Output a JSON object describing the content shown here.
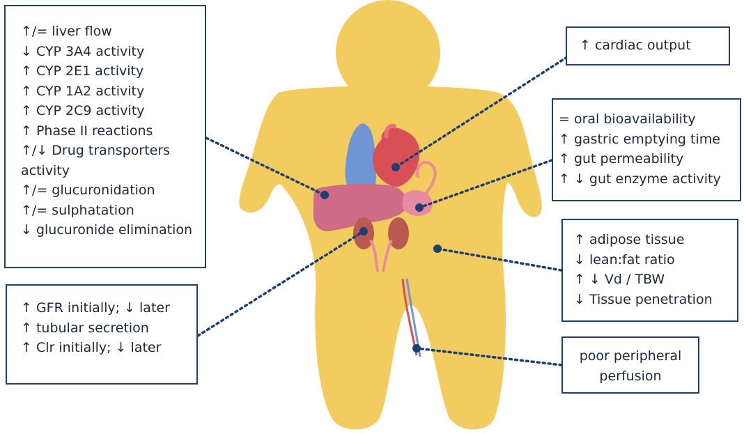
{
  "colors": {
    "body": "#f2cc5e",
    "border": "#1d3f72",
    "line": "#1d3f72",
    "dot": "#1d3f72",
    "text": "#1a2a3a",
    "liver": "#cf6b86",
    "lung": "#6f95d4",
    "heart": "#d94f56",
    "stomach": "#e88aa0",
    "kidney": "#b95a52"
  },
  "boxes": {
    "liver": [
      "↑/=  liver flow",
      "↓  CYP 3A4 activity",
      "↑  CYP 2E1 activity",
      "↑  CYP 1A2 activity",
      "↑  CYP 2C9 activity",
      "↑  Phase II reactions",
      "↑/↓  Drug transporters activity",
      "↑/=  glucuronidation",
      "↑/=  sulphatation",
      "↓  glucuronide elimination"
    ],
    "kidney": [
      "↑ GFR initially;  ↓ later",
      "↑ tubular secretion",
      "↑ Clr initially; ↓ later"
    ],
    "heart": [
      "↑  cardiac output"
    ],
    "gut": [
      "= oral bioavailability",
      "↑  gastric emptying time",
      "↑  gut permeability",
      "↑ ↓  gut enzyme activity"
    ],
    "adipose": [
      "↑  adipose tissue",
      "↓  lean:fat ratio",
      "↑ ↓ Vd / TBW",
      "↓  Tissue penetration"
    ],
    "perfusion": [
      "poor peripheral",
      "perfusion"
    ]
  }
}
